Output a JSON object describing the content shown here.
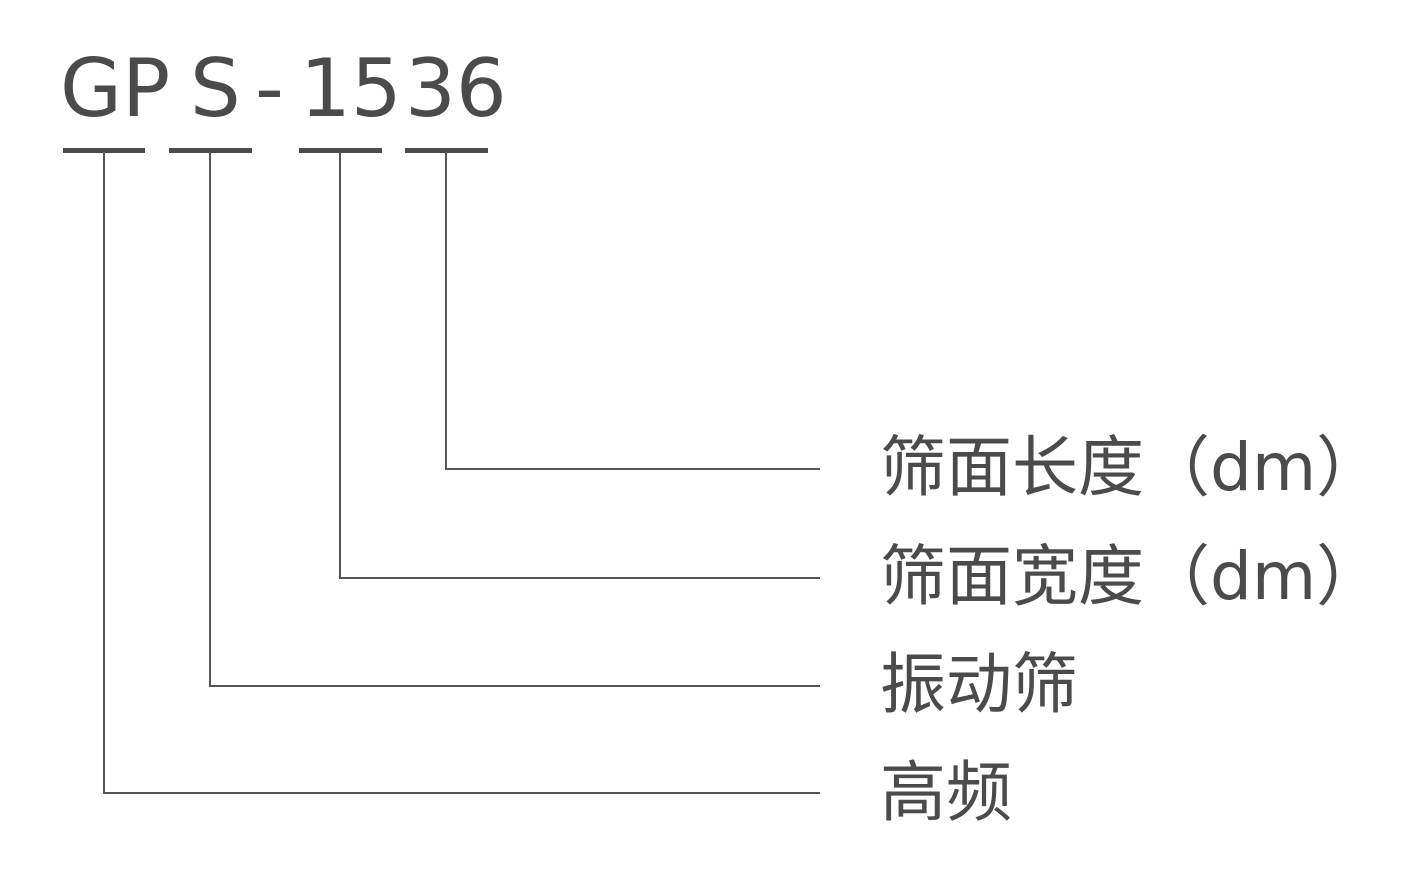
{
  "model_code": {
    "parts": [
      {
        "text": "GP",
        "meaning": "高频"
      },
      {
        "text": "S",
        "meaning": "振动筛"
      },
      {
        "text": "-",
        "meaning": ""
      },
      {
        "text": "15",
        "meaning": "筛面宽度（dm）"
      },
      {
        "text": "36",
        "meaning": "筛面长度（dm）"
      }
    ]
  },
  "labels": {
    "length": "筛面长度（dm）",
    "width": "筛面宽度（dm）",
    "vibrating_screen": "振动筛",
    "high_frequency": "高频"
  },
  "colors": {
    "text": "#4d4a4a",
    "lines": "#555555",
    "background": "#ffffff"
  }
}
